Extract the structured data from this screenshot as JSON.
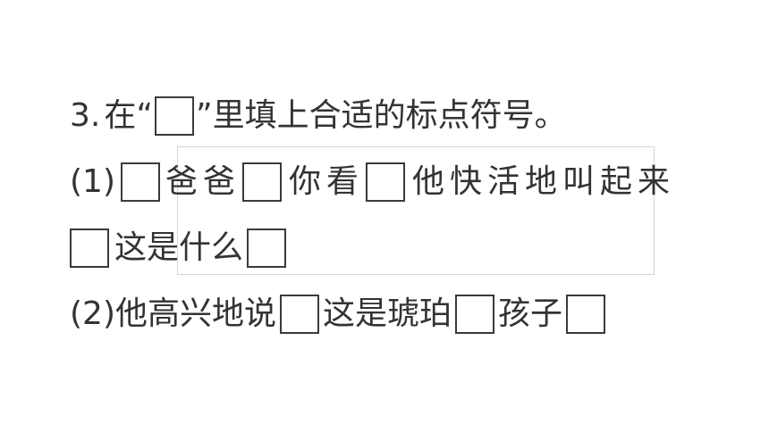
{
  "question": {
    "number": "3.",
    "prompt_before": "在“",
    "prompt_after": "”里填上合适的标点符号。"
  },
  "item1": {
    "label": "(1)",
    "seg1": "爸爸",
    "seg2": "你看",
    "seg3": "他快活地叫起来",
    "seg4": "这是什么"
  },
  "item2": {
    "label": "(2)",
    "seg1": "他高兴地说",
    "seg2": "这是琥珀",
    "seg3": "孩子"
  }
}
